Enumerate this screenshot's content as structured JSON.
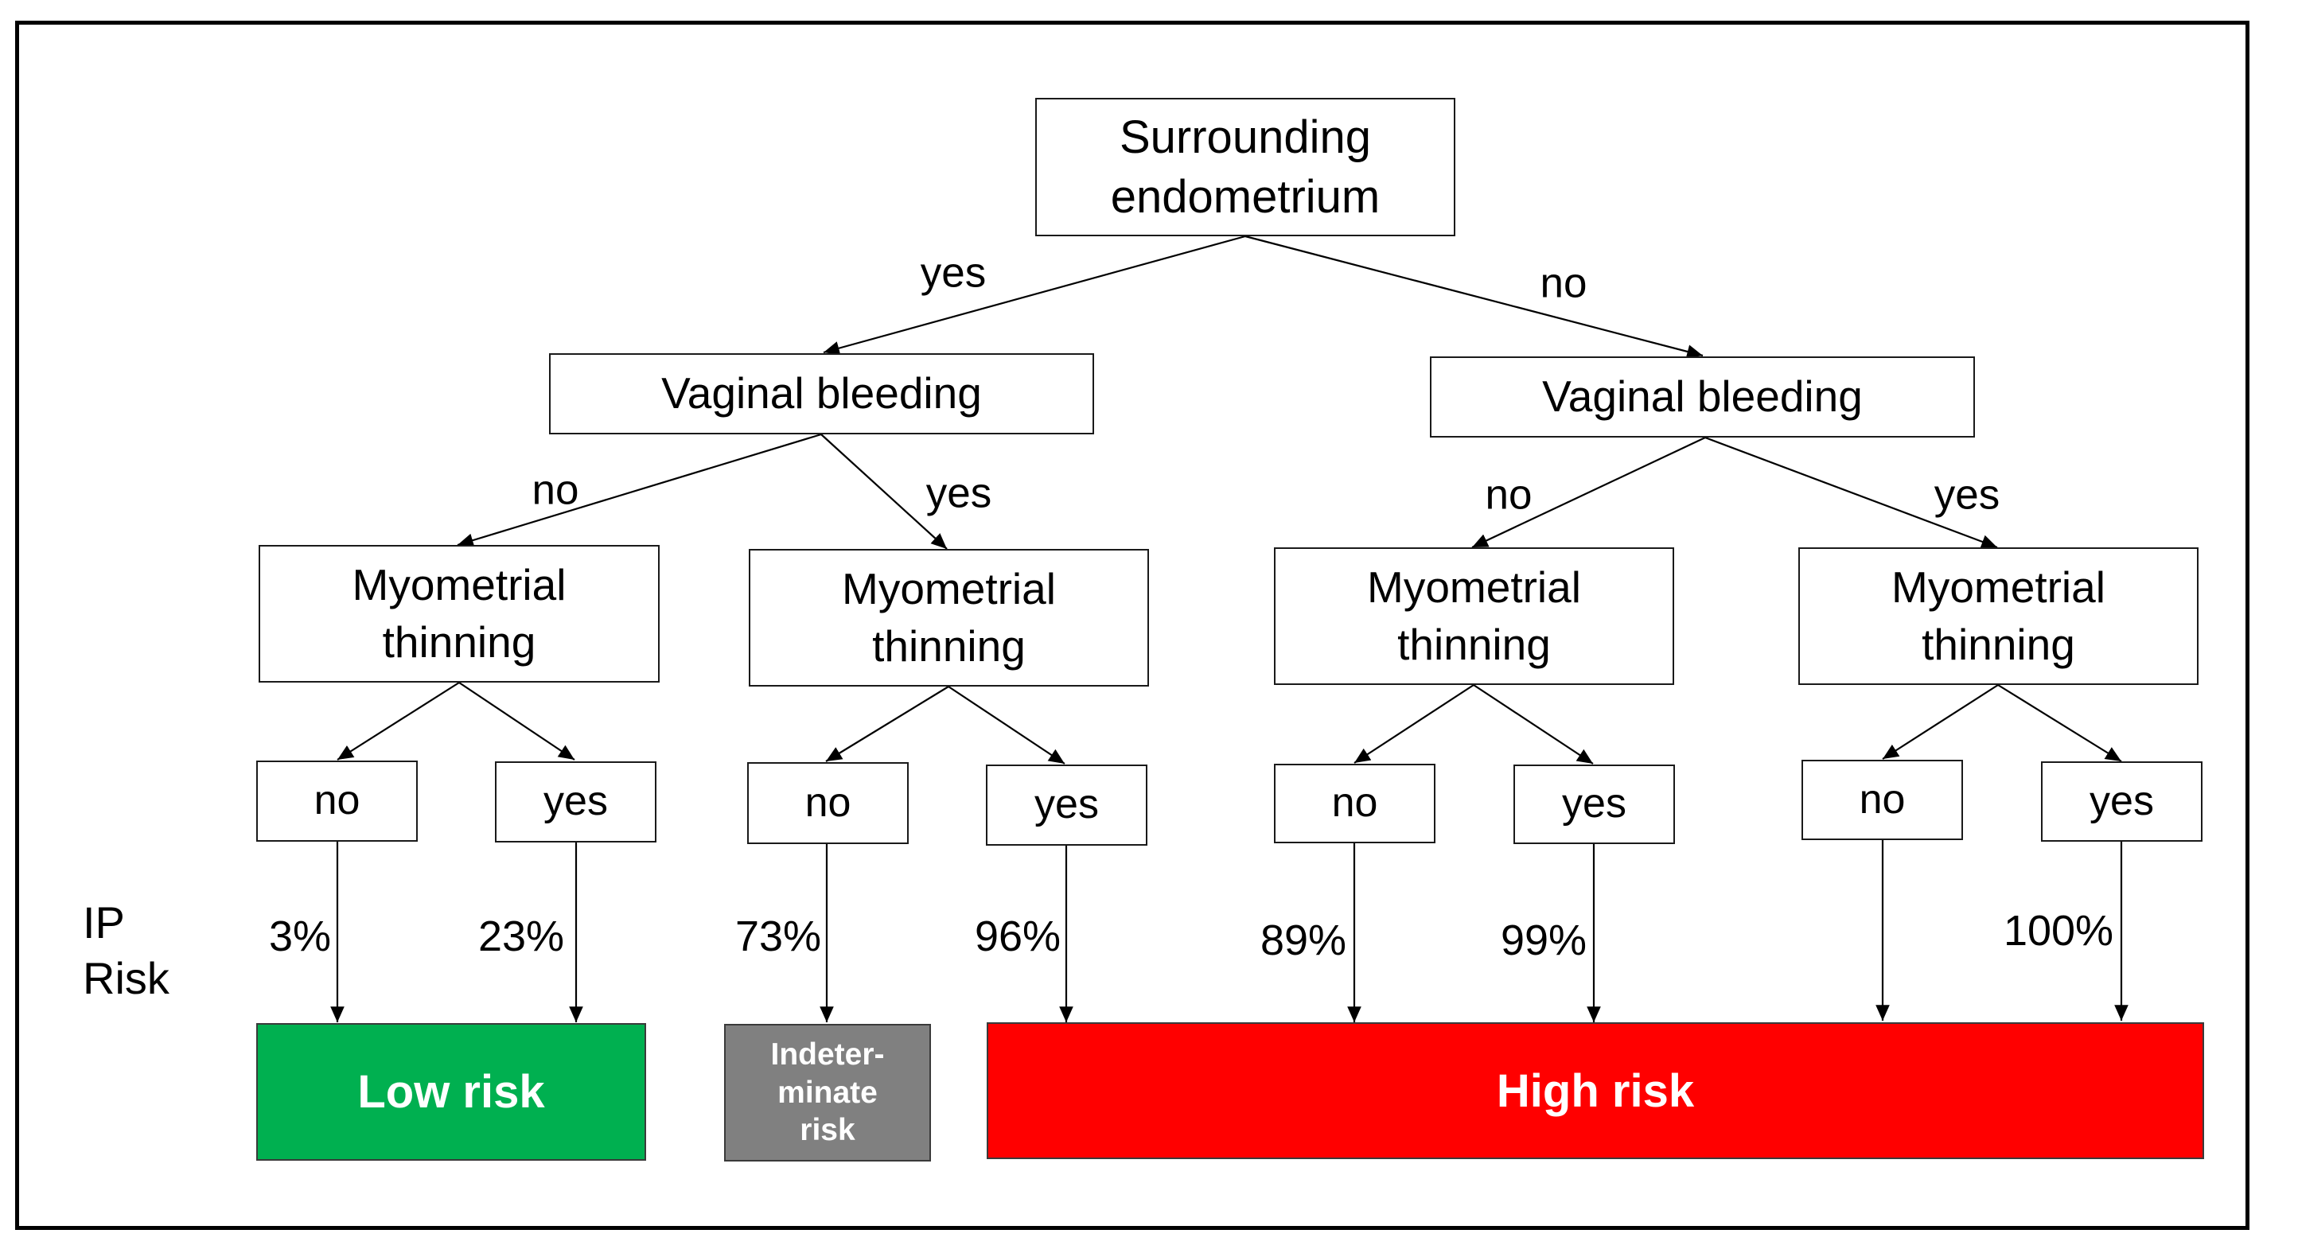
{
  "tree": {
    "root": {
      "label": "Surrounding\nendometrium"
    },
    "left_branch": {
      "edge_label": "yes",
      "label": "Vaginal bleeding",
      "left": {
        "edge_label": "no",
        "label": "Myometrial\nthinning",
        "leaf_no": {
          "label": "no",
          "risk": "3%"
        },
        "leaf_yes": {
          "label": "yes",
          "risk": "23%"
        }
      },
      "right": {
        "edge_label": "yes",
        "label": "Myometrial\nthinning",
        "leaf_no": {
          "label": "no",
          "risk": "73%"
        },
        "leaf_yes": {
          "label": "yes",
          "risk": "96%"
        }
      }
    },
    "right_branch": {
      "edge_label": "no",
      "label": "Vaginal bleeding",
      "left": {
        "edge_label": "no",
        "label": "Myometrial\nthinning",
        "leaf_no": {
          "label": "no",
          "risk": "89%"
        },
        "leaf_yes": {
          "label": "yes",
          "risk": "99%"
        }
      },
      "right": {
        "edge_label": "yes",
        "label": "Myometrial\nthinning",
        "leaf_no": {
          "label": "no"
        },
        "leaf_yes": {
          "label": "yes",
          "risk": "100%"
        }
      }
    }
  },
  "ip_risk_label": "IP\nRisk",
  "outcomes": {
    "low": {
      "label": "Low risk",
      "color": "#00b050"
    },
    "indeterminate": {
      "label": "Indeter-\nminate\nrisk",
      "color": "#808080"
    },
    "high": {
      "label": "High risk",
      "color": "#ff0000"
    }
  }
}
